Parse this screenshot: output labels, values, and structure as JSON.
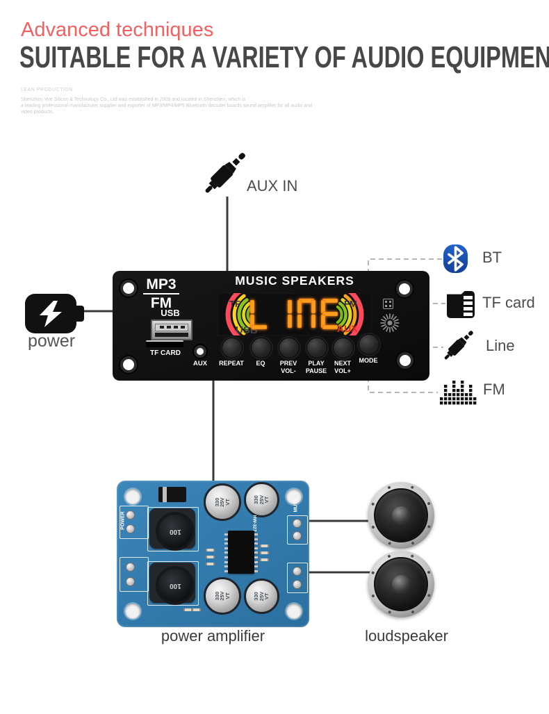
{
  "header": {
    "subtitle": "Advanced techniques",
    "title": "SUITABLE FOR A VARIETY OF AUDIO EQUIPMENT",
    "tagline": "LEAN PRODUCTION",
    "desc_line1": "Shenzhen Vire Silicon & Technology Co., Ltd was established in 2009 and located in Shenzhen, which is",
    "desc_line2": "a leading professional manufacturer supplier and exporter of MP3/MP4/MP5 Bluetooth decoder boards sound amplifier for all audio and video products."
  },
  "labels": {
    "aux_in": "AUX IN",
    "power": "power",
    "power_amplifier": "power amplifier",
    "loudspeaker": "loudspeaker"
  },
  "decoder_board": {
    "mode_top": "MP3",
    "mode_bottom": "FM",
    "usb": "USB",
    "tf_card": "TF CARD",
    "aux": "AUX",
    "title": "MUSIC SPEAKERS",
    "display": {
      "text": "LINE",
      "top_left": "TF",
      "top_right": "FM",
      "bottom_left": "USB",
      "bottom_right": "AUX",
      "digit_color": "#ff9d1c",
      "active_color": "#e8282d"
    },
    "buttons": [
      {
        "label": "REPEAT",
        "sub": ""
      },
      {
        "label": "EQ",
        "sub": ""
      },
      {
        "label": "PREV",
        "sub": "VOL-"
      },
      {
        "label": "PLAY",
        "sub": "PAUSE"
      },
      {
        "label": "NEXT",
        "sub": "VOL+"
      },
      {
        "label": "MODE",
        "sub": ""
      }
    ]
  },
  "sources": [
    {
      "label": "BT"
    },
    {
      "label": "TF card"
    },
    {
      "label": "Line"
    },
    {
      "label": "FM"
    }
  ],
  "amplifier": {
    "cap_lines": [
      "330",
      "25V",
      "VT"
    ],
    "inductor": "100",
    "chip": "HW-327",
    "power_text": "POWER",
    "mute_text": "MUTE"
  },
  "colors": {
    "accent_red": "#f2605f",
    "title_gray": "#474747",
    "bluetooth_blue": "#1a52b5",
    "pcb_blue": "#2f7cb3",
    "line_dark": "#3a3a3a",
    "dash_gray": "#b5b5b5"
  }
}
